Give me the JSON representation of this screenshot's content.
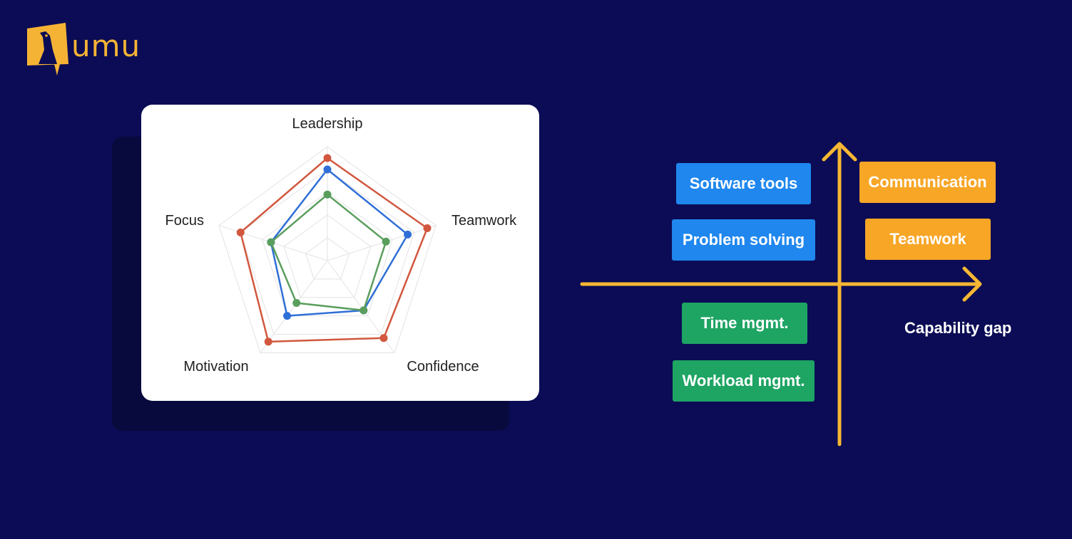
{
  "brand": {
    "name": "umu",
    "logo_icon": "giraffe-icon",
    "color": "#f5b335"
  },
  "chart_data": {
    "type": "radar",
    "axes": [
      "Leadership",
      "Teamwork",
      "Confidence",
      "Motivation",
      "Focus"
    ],
    "rmax": 5,
    "rings": 5,
    "series": [
      {
        "color": "#d1573e",
        "values": [
          4.5,
          4.6,
          4.2,
          4.4,
          4.0
        ]
      },
      {
        "color": "#2f6fd6",
        "values": [
          4.0,
          3.7,
          2.7,
          3.0,
          2.6
        ]
      },
      {
        "color": "#5a9e5d",
        "values": [
          2.9,
          2.7,
          2.7,
          2.3,
          2.6
        ]
      }
    ]
  },
  "matrix": {
    "x_axis_label": "Capability gap",
    "axis_color": "#f7b733",
    "tags": [
      {
        "label": "Software tools",
        "color": "blue"
      },
      {
        "label": "Problem solving",
        "color": "blue"
      },
      {
        "label": "Communication",
        "color": "orange"
      },
      {
        "label": "Teamwork",
        "color": "orange"
      },
      {
        "label": "Time mgmt.",
        "color": "green"
      },
      {
        "label": "Workload mgmt.",
        "color": "green"
      }
    ]
  }
}
